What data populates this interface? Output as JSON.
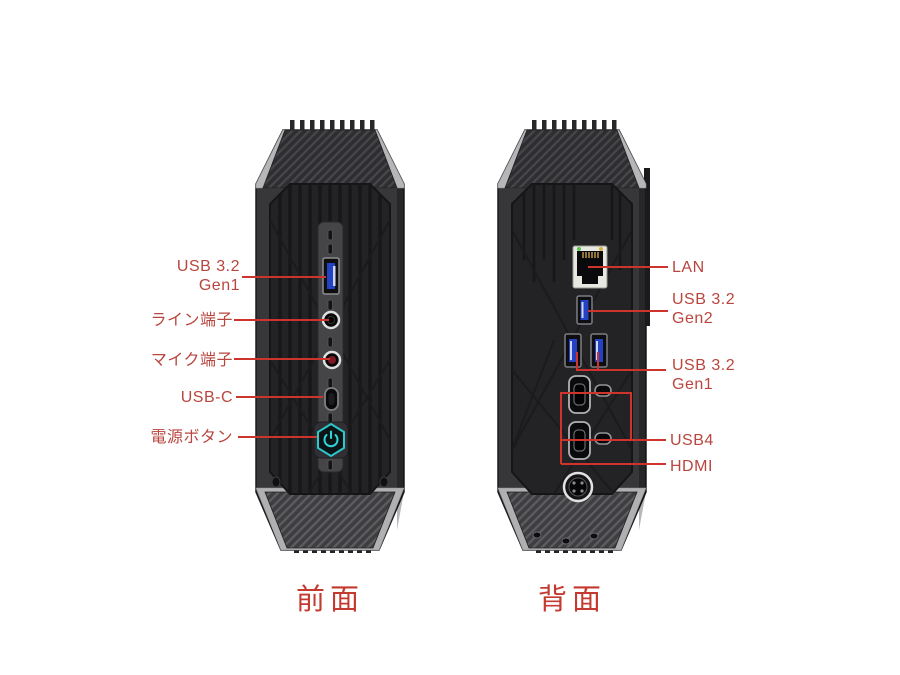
{
  "page": {
    "background": "#ffffff"
  },
  "colors": {
    "label_red": "#b8463e",
    "leader_line_red": "#cf342c",
    "caption_red": "#c53a30",
    "usb_port_blue": "#2443c4",
    "power_button_teal": "#2ec7ca",
    "chassis_silver": "#b6b6b8",
    "chassis_dark": "#2a2a2c"
  },
  "front_view": {
    "caption": "前面",
    "labels": {
      "usb32gen1_line1": "USB 3.2",
      "usb32gen1_line2": "Gen1",
      "line_jack": "ライン端子",
      "mic_jack": "マイク端子",
      "usb_c": "USB-C",
      "power_button": "電源ボタン"
    },
    "ports": [
      "usb-a-3.2-gen1",
      "line-out-jack",
      "mic-jack",
      "usb-c",
      "power-button"
    ]
  },
  "back_view": {
    "caption": "背面",
    "labels": {
      "lan": "LAN",
      "usb32gen2_line1": "USB 3.2",
      "usb32gen2_line2": "Gen2",
      "usb32gen1_line1": "USB 3.2",
      "usb32gen1_line2": "Gen1",
      "usb4": "USB4",
      "hdmi": "HDMI"
    },
    "ports": [
      "lan-rj45",
      "usb-a-3.2-gen2",
      "usb-a-3.2-gen1-x2",
      "hdmi-x2",
      "usb4-type-c-x2",
      "dc-power-jack"
    ]
  }
}
